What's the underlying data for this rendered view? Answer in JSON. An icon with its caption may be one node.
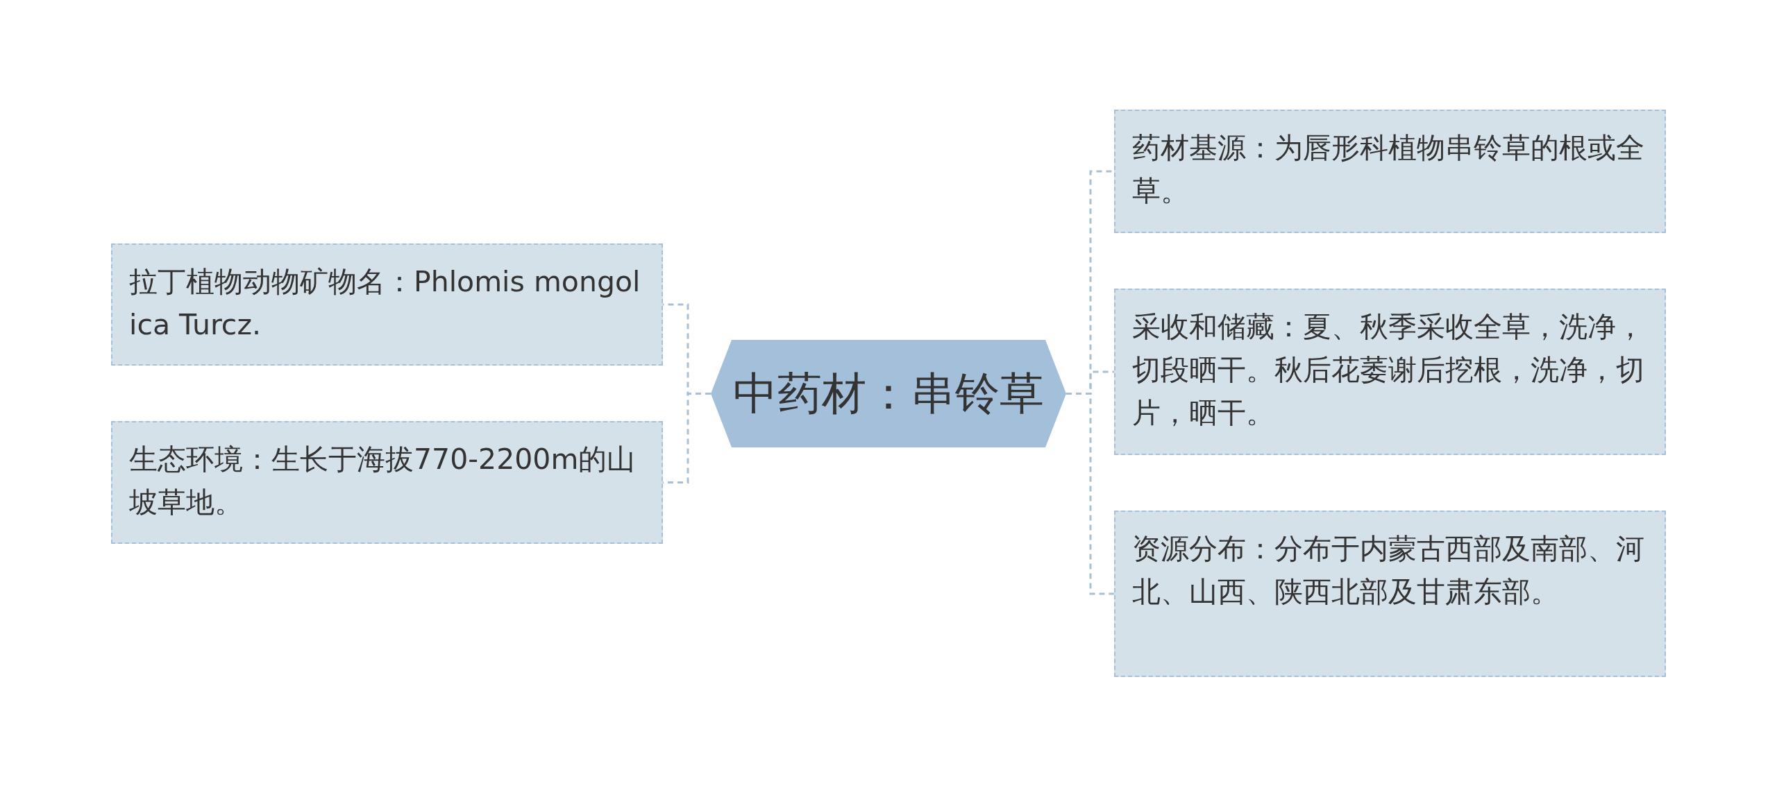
{
  "diagram": {
    "nodes": [
      {
        "text": [
          "中药材：串铃草"
        ]
      },
      {
        "text": [
          "拉丁植物动物矿物名：Phlomis mongolica Turcz."
        ]
      },
      {
        "text": [
          "生态环境：生长于海拔770-2200m的山坡草地。"
        ]
      },
      {
        "text": [
          "药材基源：为唇形科植物串铃草的根或全草。"
        ]
      },
      {
        "text": [
          "采收和储藏：夏、秋季采收全草，洗净，切段晒干。秋后花萎谢后挖根，洗净，切片，晒干。"
        ]
      },
      {
        "text": [
          "资源分布：分布于内蒙古西部及南部、河北、山西、陕西北部及甘肃东部。"
        ]
      }
    ],
    "edges": [
      {
        "from": 0,
        "to": 1,
        "arrow": "none",
        "style": "dashed"
      },
      {
        "from": 0,
        "to": 2,
        "arrow": "none",
        "style": "dashed"
      },
      {
        "from": 0,
        "to": 3,
        "arrow": "none",
        "style": "dashed"
      },
      {
        "from": 0,
        "to": 4,
        "arrow": "none",
        "style": "dashed"
      },
      {
        "from": 0,
        "to": 5,
        "arrow": "none",
        "style": "dashed"
      }
    ]
  }
}
